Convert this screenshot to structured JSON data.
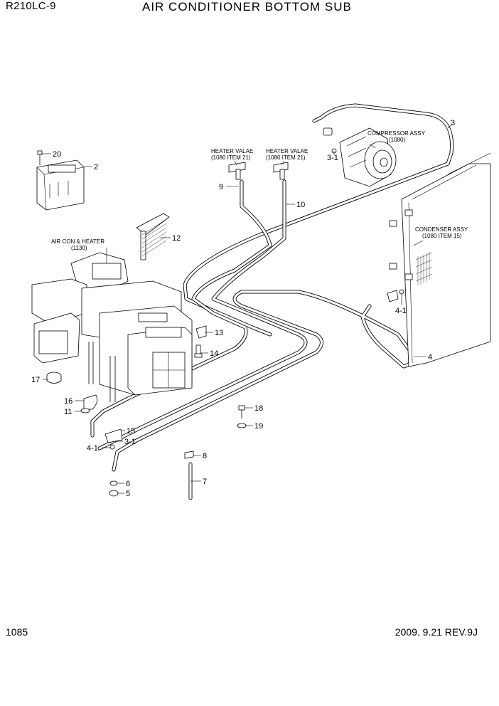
{
  "header": {
    "model": "R210LC-9",
    "title": "AIR CONDITIONER BOTTOM SUB"
  },
  "footer": {
    "page_number": "1085",
    "revision": "2009. 9.21  REV.9J"
  },
  "callouts": {
    "c20": "20",
    "c2": "2",
    "c12": "12",
    "c13": "13",
    "c14": "14",
    "c17": "17",
    "c16": "16",
    "c11": "11",
    "c15": "15",
    "c31a": "3-1",
    "c41a": "4-1",
    "c6": "6",
    "c5": "5",
    "c8": "8",
    "c7": "7",
    "c18": "18",
    "c19": "19",
    "c9": "9",
    "c10": "10",
    "c3": "3",
    "c31b": "3-1",
    "c41b": "4-1",
    "c4": "4"
  },
  "labels": {
    "air_con_heater": "AIR CON & HEATER",
    "air_con_heater_ref": "(1130)",
    "heater_valve_1": "HEATER VALAE",
    "heater_valve_1_ref": "(1080 ITEM 21)",
    "heater_valve_2": "HEATER VALAE",
    "heater_valve_2_ref": "(1080 ITEM 21)",
    "compressor": "COMPRESSOR ASSY",
    "compressor_ref": "(1080)",
    "condenser": "CONDENSER ASSY",
    "condenser_ref": "(1080 ITEM 15)"
  }
}
